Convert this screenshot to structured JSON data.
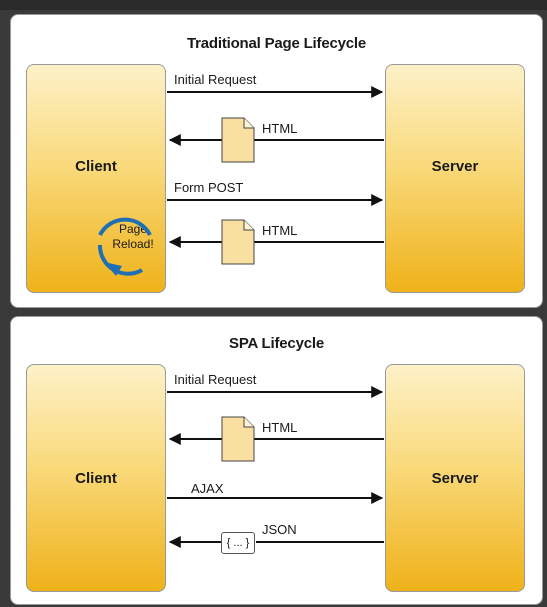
{
  "diagrams": [
    {
      "title": "Traditional Page Lifecycle",
      "client_label": "Client",
      "server_label": "Server",
      "messages": [
        {
          "label": "Initial Request",
          "direction": "client-to-server"
        },
        {
          "label": "HTML",
          "direction": "server-to-client",
          "payload_icon": "document-icon"
        },
        {
          "label": "Form POST",
          "direction": "client-to-server"
        },
        {
          "label": "HTML",
          "direction": "server-to-client",
          "payload_icon": "document-icon"
        }
      ],
      "client_badge": {
        "line1": "Page",
        "line2": "Reload!",
        "icon": "reload-cycle-icon",
        "color": "#1f6fb5"
      }
    },
    {
      "title": "SPA Lifecycle",
      "client_label": "Client",
      "server_label": "Server",
      "messages": [
        {
          "label": "Initial Request",
          "direction": "client-to-server"
        },
        {
          "label": "HTML",
          "direction": "server-to-client",
          "payload_icon": "document-icon"
        },
        {
          "label": "AJAX",
          "direction": "client-to-server"
        },
        {
          "label": "JSON",
          "direction": "server-to-client",
          "payload_icon": "json-braces-icon",
          "payload_text": "{ ... }"
        }
      ]
    }
  ],
  "colors": {
    "node_gradient_top": "#fdf1c8",
    "node_gradient_bottom": "#efb21a",
    "document_fill": "#f9dfa0",
    "reload_arrow": "#1f6fb5"
  }
}
